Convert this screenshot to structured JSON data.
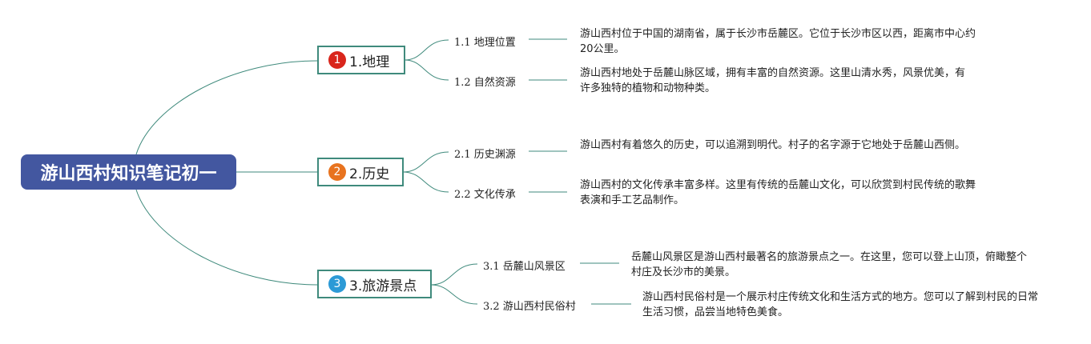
{
  "root": {
    "label": "游山西村知识笔记初一"
  },
  "colors": {
    "root_fill": "#4357a0",
    "branch_line": "#3f8a7c",
    "badge_1": "#d9261c",
    "badge_2": "#e8731f",
    "badge_3": "#2c9ad6"
  },
  "topics": [
    {
      "badge": "1",
      "label": "1.地理",
      "subtopics": [
        {
          "label": "1.1 地理位置",
          "note": "游山西村位于中国的湖南省，属于长沙市岳麓区。它位于长沙市区以西，距离市中心约20公里。"
        },
        {
          "label": "1.2 自然资源",
          "note": "游山西村地处于岳麓山脉区域，拥有丰富的自然资源。这里山清水秀，风景优美，有许多独特的植物和动物种类。"
        }
      ]
    },
    {
      "badge": "2",
      "label": "2.历史",
      "subtopics": [
        {
          "label": "2.1 历史渊源",
          "note": "游山西村有着悠久的历史，可以追溯到明代。村子的名字源于它地处于岳麓山西侧。"
        },
        {
          "label": "2.2 文化传承",
          "note": "游山西村的文化传承丰富多样。这里有传统的岳麓山文化，可以欣赏到村民传统的歌舞表演和手工艺品制作。"
        }
      ]
    },
    {
      "badge": "3",
      "label": "3.旅游景点",
      "subtopics": [
        {
          "label": "3.1 岳麓山风景区",
          "note": "岳麓山风景区是游山西村最著名的旅游景点之一。在这里，您可以登上山顶，俯瞰整个村庄及长沙市的美景。"
        },
        {
          "label": "3.2 游山西村民俗村",
          "note": "游山西村民俗村是一个展示村庄传统文化和生活方式的地方。您可以了解到村民的日常生活习惯，品尝当地特色美食。"
        }
      ]
    }
  ]
}
